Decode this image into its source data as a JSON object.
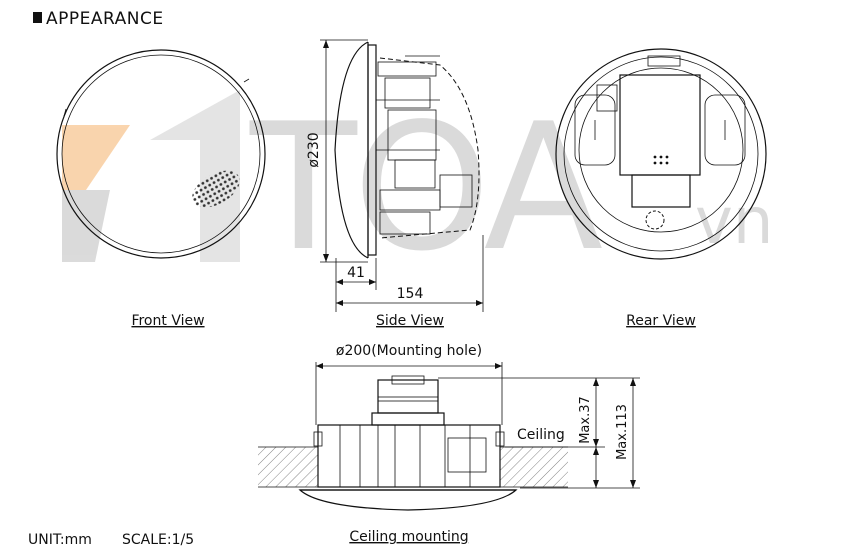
{
  "heading": "APPEARANCE",
  "watermark": {
    "text": "TOA",
    "suffix": "vn"
  },
  "views": {
    "front": "Front View",
    "side": "Side View",
    "rear": "Rear View",
    "ceiling": "Ceiling mounting"
  },
  "dimensions": {
    "diameter": "ø230",
    "depth_front": "41",
    "depth_total": "154",
    "mounting_hole": "ø200(Mounting hole)",
    "max_above": "Max.37",
    "max_total": "Max.113",
    "ceiling_label": "Ceiling"
  },
  "footer": {
    "unit": "UNIT:mm",
    "scale": "SCALE:1/5"
  },
  "colors": {
    "line": "#111111",
    "watermark_gray": "#c8c8c8",
    "watermark_orange": "#f5b26b",
    "hatch": "#777777"
  }
}
